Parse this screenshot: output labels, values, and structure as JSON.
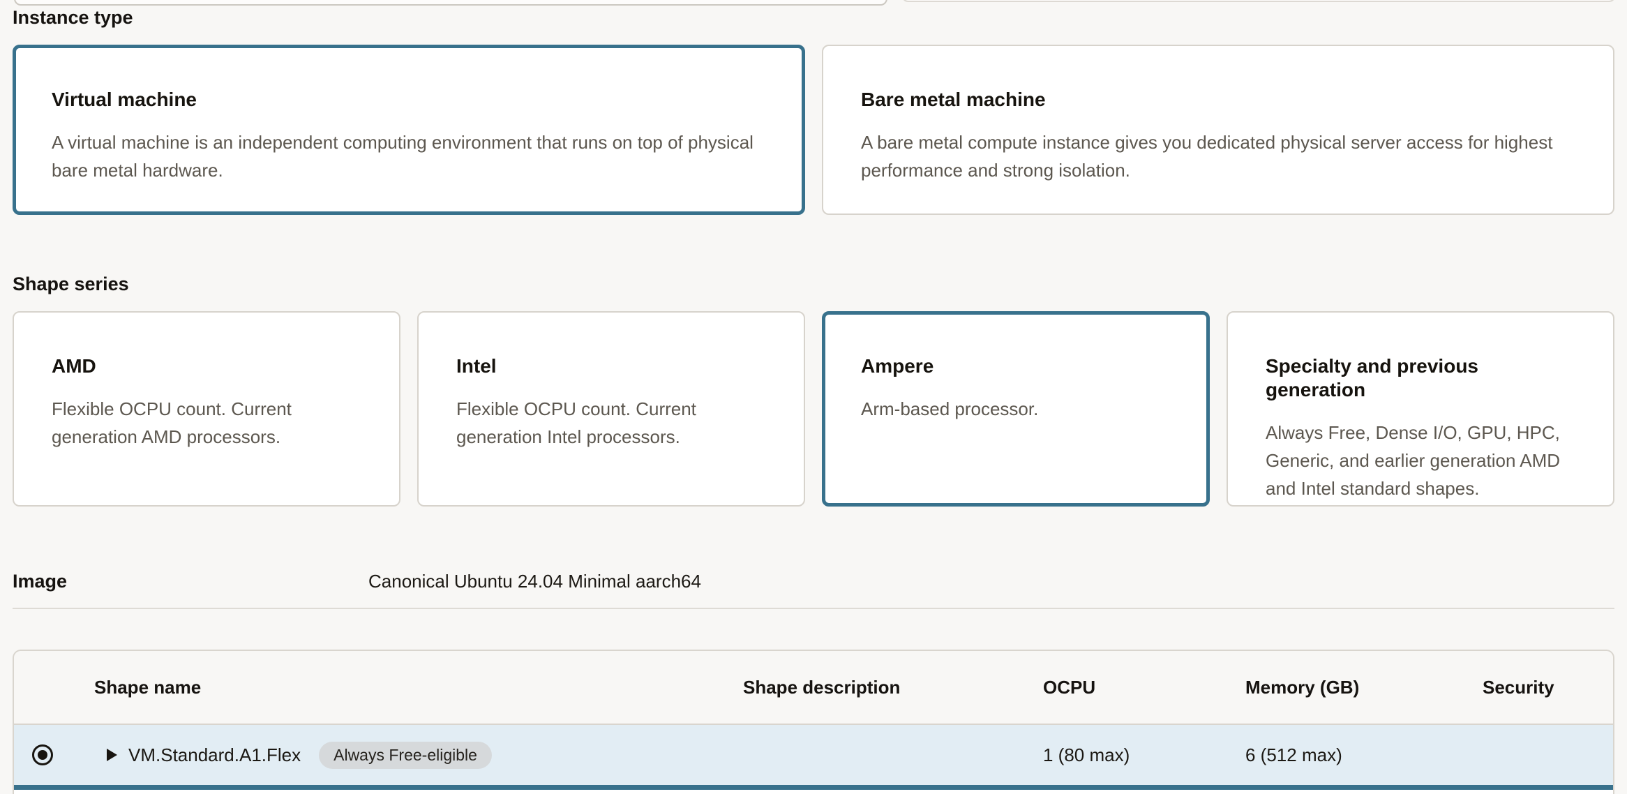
{
  "page": {
    "background": "#f8f7f5",
    "accent_color": "#38718c",
    "selected_row_color": "#e2edf4"
  },
  "instance_type": {
    "heading": "Instance type",
    "cards": [
      {
        "title": "Virtual machine",
        "description": "A virtual machine is an independent computing environment that runs on top of physical bare metal hardware.",
        "selected": true
      },
      {
        "title": "Bare metal machine",
        "description": "A bare metal compute instance gives you dedicated physical server access for highest performance and strong isolation.",
        "selected": false
      }
    ]
  },
  "shape_series": {
    "heading": "Shape series",
    "cards": [
      {
        "title": "AMD",
        "description": "Flexible OCPU count. Current generation AMD processors.",
        "selected": false
      },
      {
        "title": "Intel",
        "description": "Flexible OCPU count. Current generation Intel processors.",
        "selected": false
      },
      {
        "title": "Ampere",
        "description": "Arm-based processor.",
        "selected": true
      },
      {
        "title": "Specialty and previous generation",
        "description": "Always Free, Dense I/O, GPU, HPC, Generic, and earlier generation AMD and Intel standard shapes.",
        "selected": false
      }
    ]
  },
  "image_row": {
    "label": "Image",
    "value": "Canonical Ubuntu 24.04 Minimal aarch64"
  },
  "shape_table": {
    "columns": {
      "shape_name": "Shape name",
      "shape_description": "Shape description",
      "ocpu": "OCPU",
      "memory": "Memory (GB)",
      "security": "Security"
    },
    "rows": [
      {
        "selected": true,
        "shape_name": "VM.Standard.A1.Flex",
        "badge": "Always Free-eligible",
        "shape_description": "",
        "ocpu": "1 (80 max)",
        "memory": "6 (512 max)",
        "security": ""
      }
    ]
  }
}
